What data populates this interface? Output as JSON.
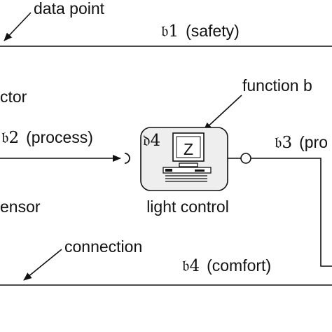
{
  "annotations": {
    "data_point": "data point",
    "function_block": "function b",
    "connection": "connection"
  },
  "side_labels": {
    "actor": "ctor",
    "sensor": "ensor"
  },
  "buses": {
    "safety": {
      "symbol": "𝔟1",
      "label": "(safety)"
    },
    "comfort": {
      "symbol": "𝔟4",
      "label": "(comfort)"
    }
  },
  "channels": {
    "left": {
      "symbol": "𝔟2",
      "label": "(process)"
    },
    "right": {
      "symbol": "𝔟3",
      "label": "(pro"
    }
  },
  "block": {
    "symbol": "𝔡4",
    "screen_text": "Z",
    "caption": "light control"
  },
  "colors": {
    "ink": "#111111",
    "block_fill": "#eeeeee",
    "background": "#ffffff"
  }
}
